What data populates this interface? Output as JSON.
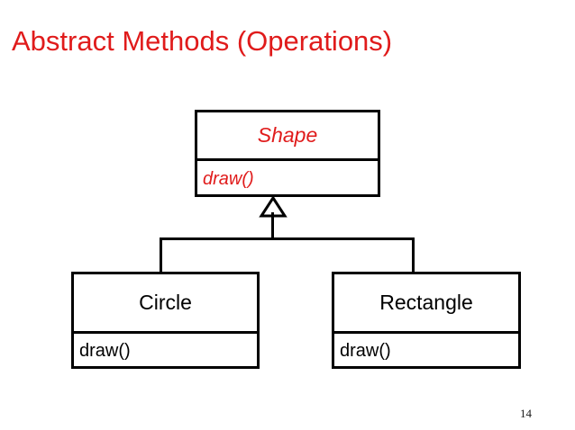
{
  "slide": {
    "title": "Abstract Methods (Operations)",
    "page_number": "14",
    "background_color": "#ffffff",
    "accent_color": "#e01b1b",
    "line_color": "#000000"
  },
  "diagram": {
    "type": "uml-class-diagram",
    "relationship": "generalization",
    "arrow_icon": "hollow-triangle-inheritance-arrow",
    "parent": {
      "name": "Shape",
      "is_abstract": true,
      "name_color": "#e01b1b",
      "members": [
        {
          "label": "draw()",
          "is_abstract": true,
          "color": "#e01b1b"
        }
      ]
    },
    "children": [
      {
        "name": "Circle",
        "is_abstract": false,
        "name_color": "#000000",
        "members": [
          {
            "label": "draw()",
            "is_abstract": false,
            "color": "#000000"
          }
        ]
      },
      {
        "name": "Rectangle",
        "is_abstract": false,
        "name_color": "#000000",
        "members": [
          {
            "label": "draw()",
            "is_abstract": false,
            "color": "#000000"
          }
        ]
      }
    ]
  }
}
